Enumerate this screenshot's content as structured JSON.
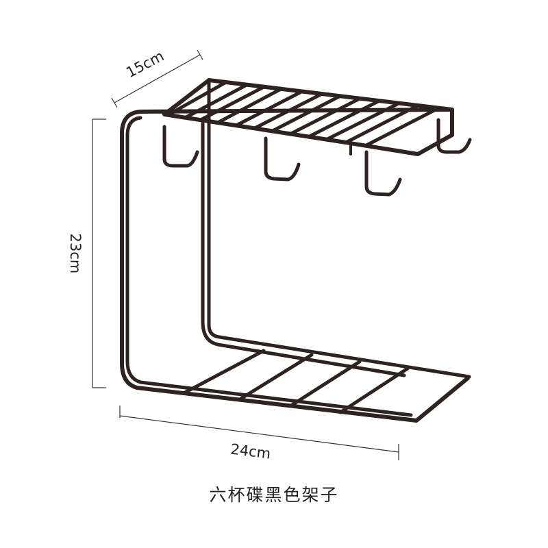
{
  "dimensions": {
    "depth": "15cm",
    "height": "23cm",
    "width": "24cm"
  },
  "caption": "六杯碟黑色架子",
  "colors": {
    "rack": "#2e2320",
    "dimension_line": "#333333",
    "background": "#ffffff"
  }
}
